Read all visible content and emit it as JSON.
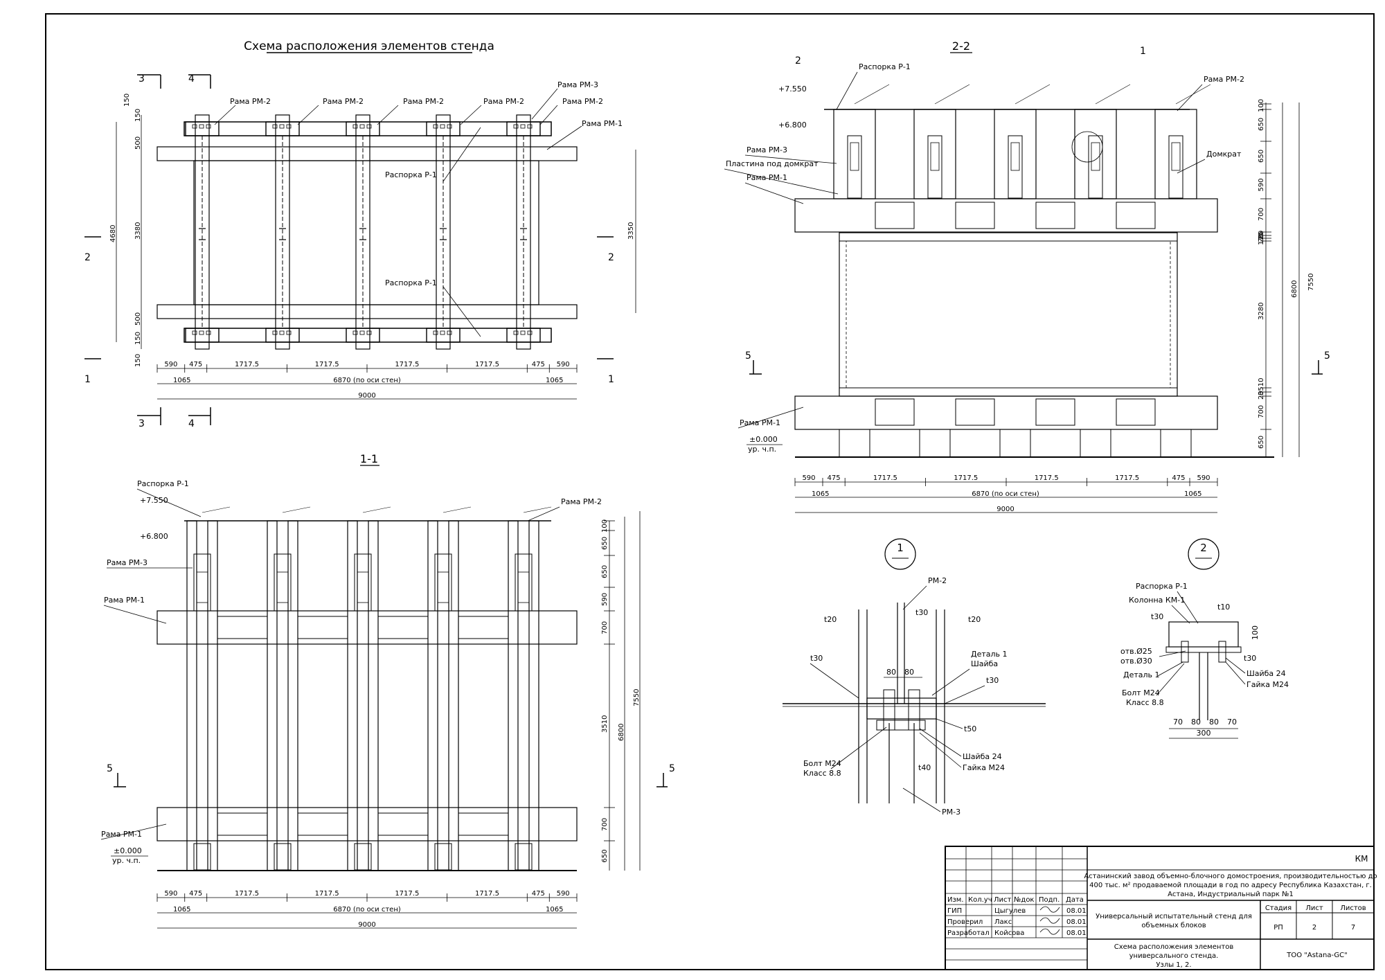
{
  "plan": {
    "title": "Схема расположения элементов стенда",
    "labels": [
      "Рама РМ-2",
      "Рама РМ-2",
      "Рама РМ-2",
      "Рама РМ-2",
      "Рама РМ-2",
      "Рама РМ-3",
      "Рама РМ-1",
      "Распорка Р-1",
      "Распорка Р-1"
    ],
    "section_marks": {
      "s3": "3",
      "s4": "4",
      "s2": "2",
      "s1": "1"
    },
    "vdims_left": [
      "150",
      "150",
      "500",
      "3380",
      "500",
      "150",
      "150"
    ],
    "vdim_total": "4680",
    "vdim_right": "3350",
    "bays": [
      "590",
      "475",
      "1717.5",
      "1717.5",
      "1717.5",
      "1717.5",
      "475",
      "590"
    ],
    "dim_edge": "1065",
    "dim_axes": "6870 (по оси стен)",
    "dim_total": "9000"
  },
  "section22": {
    "title": "2-2",
    "mark2": "2",
    "mark1": "1",
    "mark5": "5",
    "labels": {
      "rasp": "Распорка Р-1",
      "rm2": "Рама РМ-2",
      "rm3": "Рама РМ-3",
      "plast": "Пластина под домкрат",
      "rm1a": "Рама РМ-1",
      "domkrat": "Домкрат",
      "rm1b": "Рама РМ-1"
    },
    "elev_top": "+7.550",
    "elev_mid": "+6.800",
    "elev_zero": "±0.000",
    "ground": "ур. ч.п.",
    "vdims": [
      "100",
      "650",
      "650",
      "590",
      "700",
      "20",
      "20",
      "170",
      "3280",
      "3510",
      "20",
      "700",
      "650"
    ],
    "vdim_6800": "6800",
    "vdim_7550": "7550"
  },
  "section11": {
    "title": "1-1",
    "labels": {
      "rasp": "Распорка Р-1",
      "rm2": "Рама РМ-2",
      "rm3": "Рама РМ-3",
      "rm1a": "Рама РМ-1",
      "rm1b": "Рама РМ-1"
    },
    "elev_top": "+7.550",
    "elev_mid": "+6.800",
    "elev_zero": "±0.000",
    "ground": "ур. ч.п.",
    "vdims": [
      "100",
      "650",
      "650",
      "590",
      "700",
      "3510",
      "700",
      "650"
    ],
    "vdim_6800": "6800",
    "vdim_7550": "7550",
    "mark5": "5"
  },
  "node1": {
    "number": "1",
    "labels": {
      "rm2": "РМ-2",
      "t30a": "t30",
      "t20a": "t20",
      "t20b": "t20",
      "t30b": "t30",
      "det": "Деталь 1",
      "shayba": "Шайба",
      "t30c": "t30",
      "d80a": "80",
      "d80b": "80",
      "t50": "t50",
      "shayba24": "Шайба 24",
      "gayka": "Гайка М24",
      "t40": "t40",
      "bolt": "Болт М24",
      "klass": "Класс 8.8",
      "rm3": "РМ-3"
    }
  },
  "node2": {
    "number": "2",
    "labels": {
      "rasp": "Распорка Р-1",
      "kol": "Колонна КМ-1",
      "t10": "t10",
      "t30a": "t30",
      "d100": "100",
      "otv25": "отв.Ø25",
      "otv30": "отв.Ø30",
      "det": "Деталь 1",
      "t30b": "t30",
      "shayba24": "Шайба 24",
      "gayka": "Гайка М24",
      "bolt": "Болт М24",
      "klass": "Класс 8.8",
      "d70a": "70",
      "d80a": "80",
      "d80b": "80",
      "d70b": "70",
      "d300": "300"
    }
  },
  "stamp": {
    "code": "КМ",
    "company_line1": "Астанинский завод объемно-блочного домостроения, производительностью до",
    "company_line2": "400 тыс. м² продаваемой площади в год по адресу Республика Казахстан, г.",
    "company_line3": "Астана, Индустриальный парк №1",
    "headers": [
      "Изм.",
      "Кол.уч",
      "Лист",
      "№док",
      "Подп.",
      "Дата"
    ],
    "rows": [
      {
        "role": "ГИП",
        "name": "Цыгулев",
        "date": "08.01"
      },
      {
        "role": "Проверил",
        "name": "Лакс",
        "date": "08.01"
      },
      {
        "role": "Разработал",
        "name": "Койсова",
        "date": "08.01"
      }
    ],
    "object_line1": "Универсальный испытательный стенд для",
    "object_line2": "объемных блоков",
    "stage_head": "Стадия",
    "sheet_head": "Лист",
    "sheets_head": "Листов",
    "stage": "РП",
    "sheet": "2",
    "sheets": "7",
    "doc_line1": "Схема расположения элементов",
    "doc_line2": "универсального стенда.",
    "doc_line3": "Узлы 1, 2.",
    "org": "ТОО \"Astana-GC\""
  }
}
